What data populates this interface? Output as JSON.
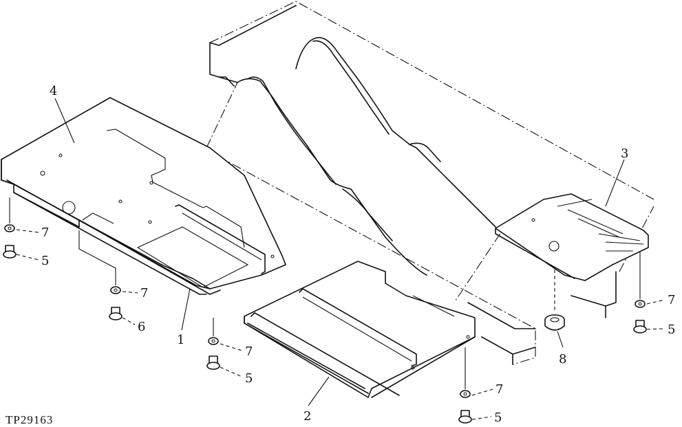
{
  "figure": {
    "reference_code": "TP29163",
    "callouts": [
      {
        "id": "c1",
        "label": "1"
      },
      {
        "id": "c2",
        "label": "2"
      },
      {
        "id": "c3",
        "label": "3"
      },
      {
        "id": "c4",
        "label": "4"
      },
      {
        "id": "c5a",
        "label": "5"
      },
      {
        "id": "c5b",
        "label": "5"
      },
      {
        "id": "c5c",
        "label": "5"
      },
      {
        "id": "c5d",
        "label": "5"
      },
      {
        "id": "c6",
        "label": "6"
      },
      {
        "id": "c7a",
        "label": "7"
      },
      {
        "id": "c7b",
        "label": "7"
      },
      {
        "id": "c7c",
        "label": "7"
      },
      {
        "id": "c7d",
        "label": "7"
      },
      {
        "id": "c7e",
        "label": "7"
      },
      {
        "id": "c8",
        "label": "8"
      }
    ]
  }
}
